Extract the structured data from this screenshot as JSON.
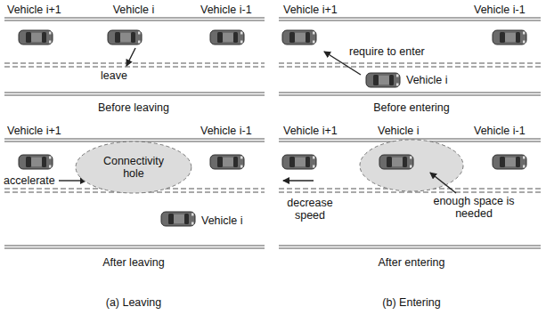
{
  "diagram": {
    "nodes": [
      {
        "text": [
          "Connectivity hole"
        ]
      }
    ],
    "labels": [
      "Vehicle i+1",
      "Vehicle i",
      "Vehicle i-1",
      "leave",
      "Before leaving",
      "Vehicle i+1",
      "Vehicle i-1",
      "accelerate",
      "Vehicle i",
      "After leaving",
      "(a) Leaving",
      "Vehicle i+1",
      "Vehicle i-1",
      "require to enter",
      "Vehicle i",
      "Before entering",
      "Vehicle i+1",
      "Vehicle i",
      "Vehicle i-1",
      "decrease speed",
      "enough space is needed",
      "After entering",
      "(b) Entering"
    ]
  }
}
